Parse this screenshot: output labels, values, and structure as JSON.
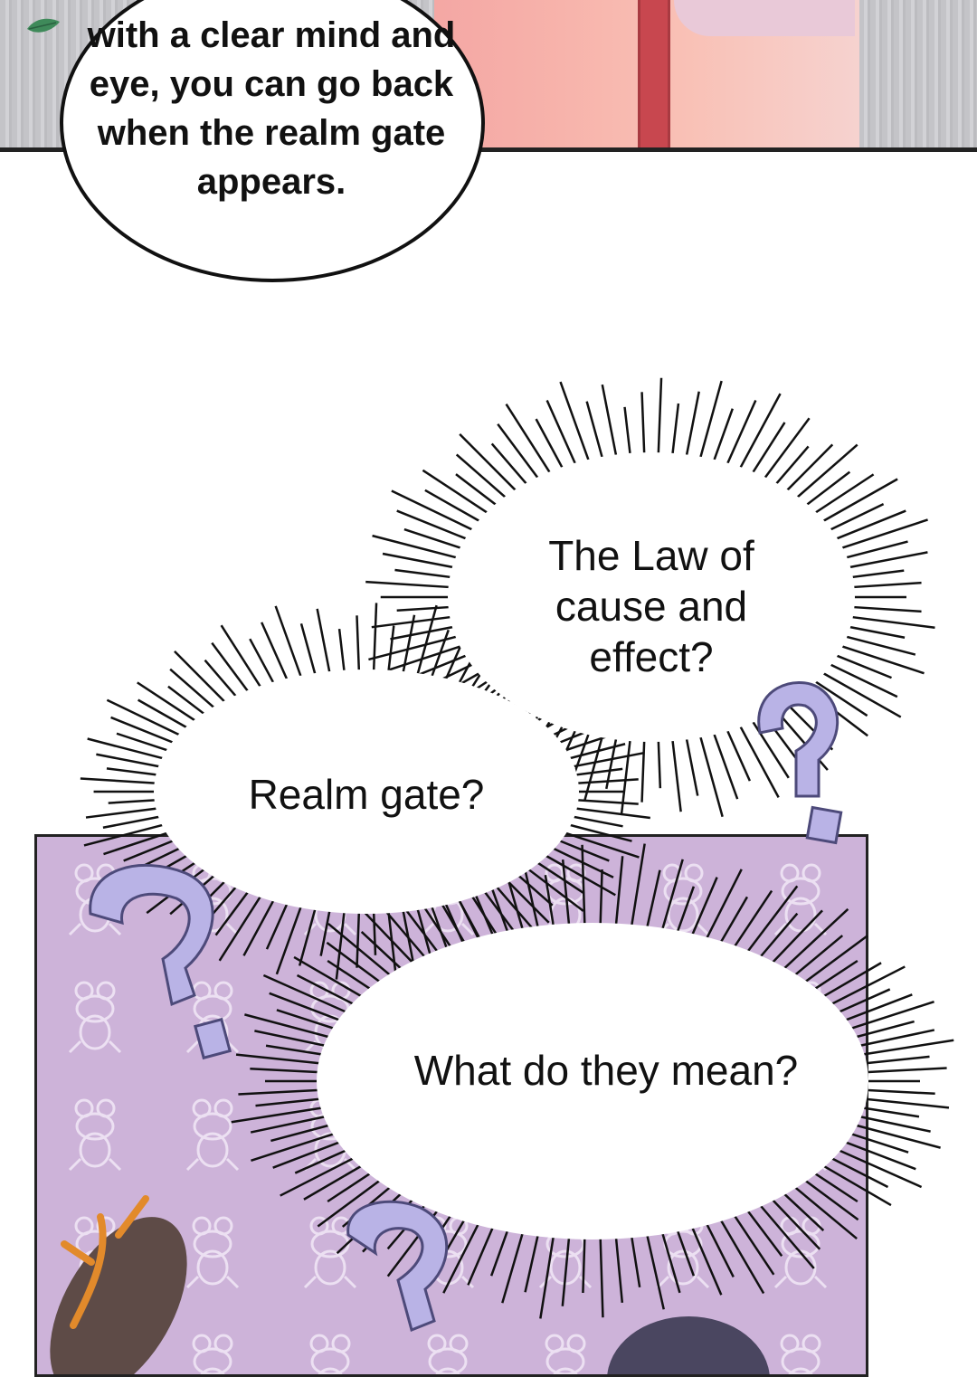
{
  "speech_bubble": {
    "text": "with a clear mind and eye, you can go back when the realm gate appears."
  },
  "thought_bubbles": {
    "law": "The Law of cause and effect?",
    "realm": "Realm gate?",
    "mean": "What do they mean?"
  },
  "colors": {
    "panel_purple": "#cdb3d9",
    "question_mark": "#b9b3e6",
    "robe_pink": "#f7b3ab"
  },
  "icons": [
    "leaf-icon",
    "question-mark-icon",
    "frog-pattern"
  ]
}
